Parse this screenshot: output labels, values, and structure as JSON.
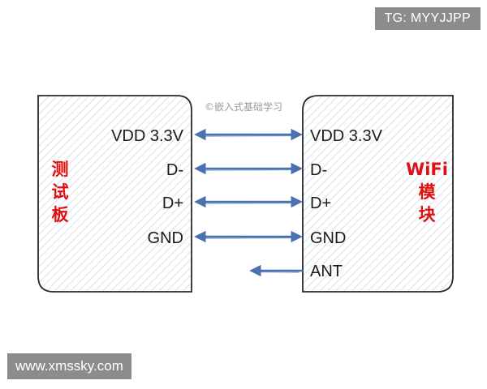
{
  "left_box": {
    "title_lines": [
      "测",
      "试",
      "板"
    ]
  },
  "right_box": {
    "title_lines": [
      "WiFi",
      "模",
      "块"
    ]
  },
  "pins": [
    {
      "left": "VDD 3.3V",
      "right": "VDD 3.3V"
    },
    {
      "left": "D-",
      "right": "D-"
    },
    {
      "left": "D+",
      "right": "D+"
    },
    {
      "left": "GND",
      "right": "GND"
    },
    {
      "left": "",
      "right": "ANT"
    }
  ],
  "watermark": "©嵌入式基础学习",
  "tags": {
    "top_right": "TG: MYYJJPP",
    "bottom_left": "www.xmssky.com"
  },
  "colors": {
    "arrow": "#4a72b0",
    "box_border": "#2a2a2a",
    "hatch": "#cfd8ea",
    "title": "#e01010"
  }
}
